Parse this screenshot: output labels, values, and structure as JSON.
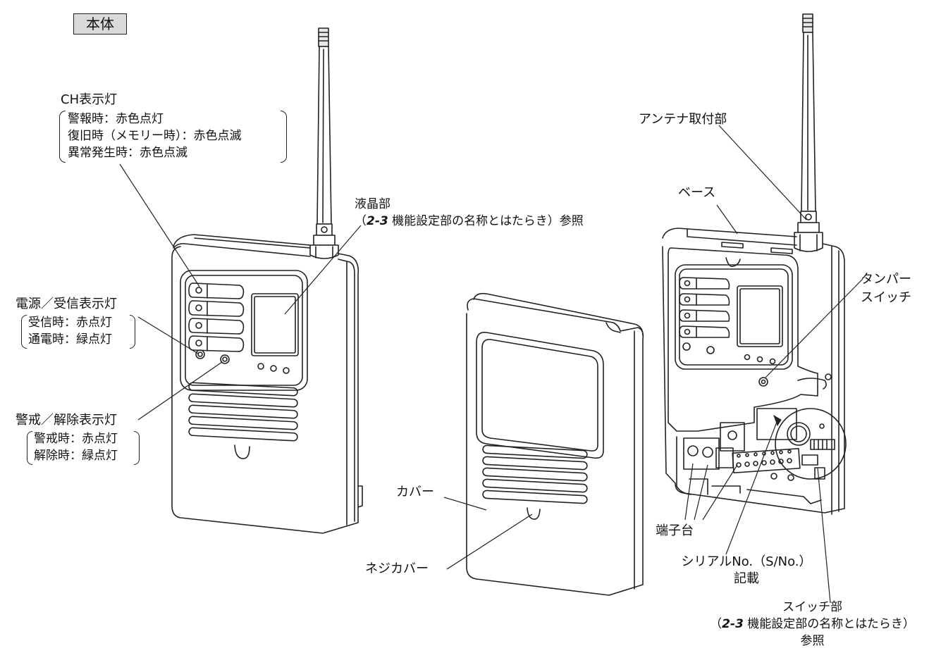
{
  "title": "本体",
  "labels": {
    "ch": {
      "title": "CH表示灯",
      "lines": [
        "警報時：赤色点灯",
        "復旧時（メモリー時）：赤色点滅",
        "異常発生時：赤色点滅"
      ]
    },
    "lcd": {
      "title": "液晶部",
      "ref_open": "（",
      "ref_bold": "2-3",
      "ref_rest": " 機能設定部の名称とはたらき）参照"
    },
    "power": {
      "title": "電源／受信表示灯",
      "lines": [
        "受信時：赤点灯",
        "通電時：緑点灯"
      ]
    },
    "guard": {
      "title": "警戒／解除表示灯",
      "lines": [
        "警戒時：赤点灯",
        "解除時：緑点灯"
      ]
    },
    "cover": "カバー",
    "screw_cover": "ネジカバー",
    "antenna_mount": "アンテナ取付部",
    "base": "ベース",
    "tamper": [
      "タンパー",
      "スイッチ"
    ],
    "terminal": "端子台",
    "serial": [
      "シリアルNo.（S/No.）",
      "記載"
    ],
    "switch": {
      "title": "スイッチ部",
      "ref_open": "（",
      "ref_bold": "2-3",
      "ref_rest": " 機能設定部の名称とはたらき）",
      "ref_end": "参照"
    }
  }
}
